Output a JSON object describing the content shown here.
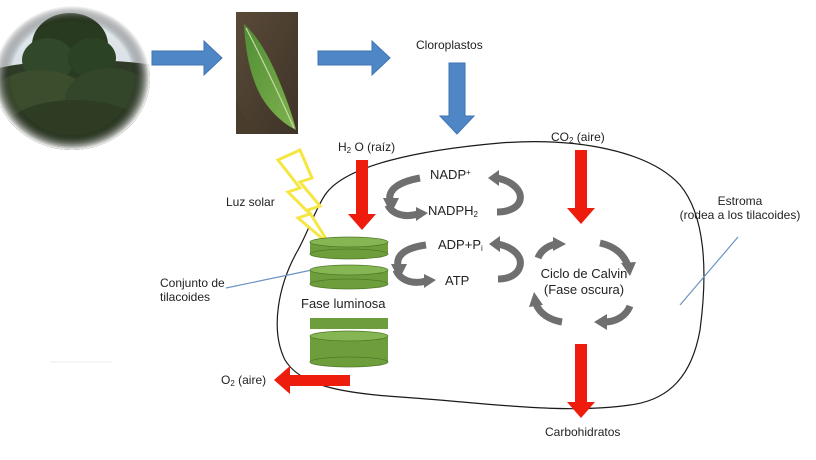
{
  "labels": {
    "chloroplasts": "Cloroplastos",
    "water_main": "H",
    "water_sub": "2",
    "water_rest": "O (raíz)",
    "co2_main": "CO",
    "co2_sub": "2",
    "co2_rest": " (aire)",
    "sunlight": "Luz solar",
    "thylakoid_set_line1": "Conjunto de",
    "thylakoid_set_line2": "tilacoides",
    "light_phase": "Fase luminosa",
    "oxygen_main": "O",
    "oxygen_sub": "2",
    "oxygen_rest": " (aire)",
    "nadp_main": "NADP",
    "nadp_sup": "+",
    "nadph_main": "NADPH",
    "nadph_sub": "2",
    "adp_main": "ADP+P",
    "adp_sub": "i",
    "atp": "ATP",
    "calvin_line1": "Ciclo de Calvin",
    "calvin_line2": "(Fase oscura)",
    "stroma_line1": "Estroma",
    "stroma_line2": "(rodea a los tilacoides)",
    "carbohydrates": "Carbohidratos"
  },
  "colors": {
    "blue_arrow": "#4f86c6",
    "red_arrow": "#ee1c0c",
    "thylakoid_green": "#6e9e3c",
    "gray_arrow": "#6f6f6f",
    "lightning_yellow": "#f5e642"
  }
}
